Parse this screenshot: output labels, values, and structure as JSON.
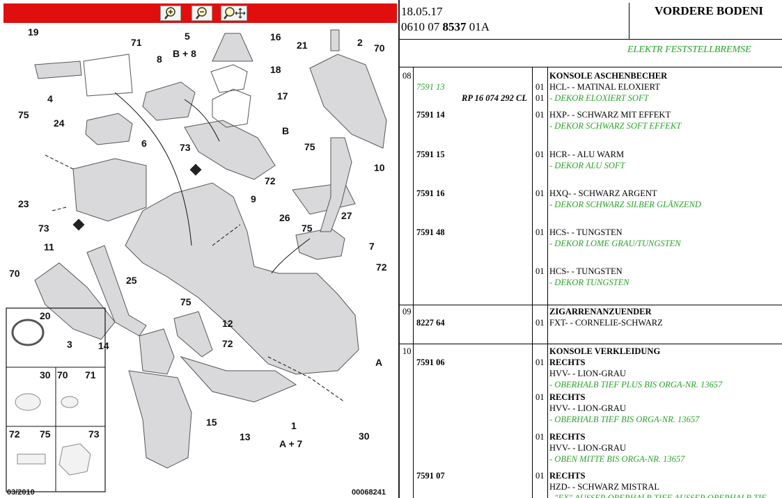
{
  "toolbar": {
    "zoom_in_label": "zoom in",
    "zoom_out_label": "zoom out",
    "zoom_pan_label": "zoom pan"
  },
  "diagram": {
    "callouts": [
      {
        "id": "c19",
        "text": "19"
      },
      {
        "id": "c71a",
        "text": "71"
      },
      {
        "id": "c5",
        "text": "5"
      },
      {
        "id": "c5sub",
        "text": "B + 8"
      },
      {
        "id": "c16",
        "text": "16"
      },
      {
        "id": "c21",
        "text": "21"
      },
      {
        "id": "c2",
        "text": "2"
      },
      {
        "id": "c70a",
        "text": "70"
      },
      {
        "id": "c8",
        "text": "8"
      },
      {
        "id": "c18",
        "text": "18"
      },
      {
        "id": "c4",
        "text": "4"
      },
      {
        "id": "c17",
        "text": "17"
      },
      {
        "id": "c75a",
        "text": "75"
      },
      {
        "id": "c24",
        "text": "24"
      },
      {
        "id": "cB",
        "text": "B"
      },
      {
        "id": "c6",
        "text": "6"
      },
      {
        "id": "c73a",
        "text": "73"
      },
      {
        "id": "c75b",
        "text": "75"
      },
      {
        "id": "c10",
        "text": "10"
      },
      {
        "id": "c23",
        "text": "23"
      },
      {
        "id": "c72a",
        "text": "72"
      },
      {
        "id": "c9",
        "text": "9"
      },
      {
        "id": "c27",
        "text": "27"
      },
      {
        "id": "c73b",
        "text": "73"
      },
      {
        "id": "c26",
        "text": "26"
      },
      {
        "id": "c75c",
        "text": "75"
      },
      {
        "id": "c11",
        "text": "11"
      },
      {
        "id": "c7",
        "text": "7"
      },
      {
        "id": "c70b",
        "text": "70"
      },
      {
        "id": "c72b",
        "text": "72"
      },
      {
        "id": "c25",
        "text": "25"
      },
      {
        "id": "c20",
        "text": "20"
      },
      {
        "id": "c75d",
        "text": "75"
      },
      {
        "id": "c12",
        "text": "12"
      },
      {
        "id": "c3",
        "text": "3"
      },
      {
        "id": "c14",
        "text": "14"
      },
      {
        "id": "c72c",
        "text": "72"
      },
      {
        "id": "cA",
        "text": "A"
      },
      {
        "id": "c30a",
        "text": "30"
      },
      {
        "id": "c70c",
        "text": "70"
      },
      {
        "id": "c71b",
        "text": "71"
      },
      {
        "id": "c15",
        "text": "15"
      },
      {
        "id": "c13",
        "text": "13"
      },
      {
        "id": "c1",
        "text": "1"
      },
      {
        "id": "c1sub",
        "text": "A + 7"
      },
      {
        "id": "c30b",
        "text": "30"
      },
      {
        "id": "c72d",
        "text": "72"
      },
      {
        "id": "c75e",
        "text": "75"
      },
      {
        "id": "c73c",
        "text": "73"
      }
    ],
    "date_code": "03/2010",
    "ref_code": "00068241"
  },
  "header": {
    "date": "18.05.17",
    "code_prefix": "0610 07 ",
    "code_bold": "8537",
    "code_suffix": " 01A",
    "title": "VORDERE BODENI",
    "subtitle": "ELEKTR FESTSTELLBREMSE"
  },
  "groups": [
    {
      "num": "08",
      "title": "KONSOLE ASCHENBECHER",
      "rows": [
        {
          "ref": "7591 13",
          "ref_style": "italic",
          "qty": "01",
          "text": "HCL- - MATINAL ELOXIERT"
        },
        {
          "ref": "RP 16 074 292 CL",
          "ref_style": "bold",
          "qty": "01",
          "text": "- DEKOR ELOXIERT SOFT",
          "green": true
        },
        {
          "ref": "7591 14",
          "ref_style": "bold",
          "qty": "01",
          "text": "HXP- - SCHWARZ MIT EFFEKT"
        },
        {
          "ref": "",
          "qty": "",
          "text": "- DEKOR SCHWARZ SOFT EFFEKT",
          "green": true
        },
        {
          "ref": "7591 15",
          "ref_style": "bold",
          "qty": "01",
          "text": "HCR- - ALU WARM"
        },
        {
          "ref": "",
          "qty": "",
          "text": "- DEKOR ALU SOFT",
          "green": true
        },
        {
          "ref": "7591 16",
          "ref_style": "bold",
          "qty": "01",
          "text": "HXQ- - SCHWARZ ARGENT"
        },
        {
          "ref": "",
          "qty": "",
          "text": "- DEKOR SCHWARZ SILBER GLÄNZEND",
          "green": true
        },
        {
          "ref": "7591 48",
          "ref_style": "bold",
          "qty": "01",
          "text": "HCS- - TUNGSTEN"
        },
        {
          "ref": "",
          "qty": "",
          "text": "- DEKOR LOME GRAU/TUNGSTEN",
          "green": true
        },
        {
          "ref": "",
          "qty": "01",
          "text": "HCS- - TUNGSTEN"
        },
        {
          "ref": "",
          "qty": "",
          "text": "- DEKOR TUNGSTEN",
          "green": true
        }
      ]
    },
    {
      "num": "09",
      "title": "ZIGARRENANZUENDER",
      "rows": [
        {
          "ref": "8227 64",
          "ref_style": "bold",
          "qty": "01",
          "text": "FXT- - CORNELIE-SCHWARZ"
        }
      ]
    },
    {
      "num": "10",
      "title": "KONSOLE VERKLEIDUNG",
      "rows": [
        {
          "ref": "7591 06",
          "ref_style": "bold",
          "qty": "01",
          "text": "RECHTS",
          "bold": true
        },
        {
          "ref": "",
          "qty": "",
          "text": "HVV- - LION-GRAU"
        },
        {
          "ref": "",
          "qty": "",
          "text": "- OBERHALB TIEF PLUS BIS ORGA-NR. 13657",
          "green": true
        },
        {
          "ref": "",
          "qty": "01",
          "text": "RECHTS",
          "bold": true
        },
        {
          "ref": "",
          "qty": "",
          "text": "HVV- - LION-GRAU"
        },
        {
          "ref": "",
          "qty": "",
          "text": "- OBERHALB TIEF BIS ORGA-NR. 13657",
          "green": true
        },
        {
          "ref": "",
          "qty": "01",
          "text": "RECHTS",
          "bold": true
        },
        {
          "ref": "",
          "qty": "",
          "text": "HVV- - LION-GRAU"
        },
        {
          "ref": "",
          "qty": "",
          "text": "- OBEN MITTE BIS ORGA-NR. 13657",
          "green": true
        },
        {
          "ref": "7591 07",
          "ref_style": "bold",
          "qty": "01",
          "text": "RECHTS",
          "bold": true
        },
        {
          "ref": "",
          "qty": "",
          "text": "HZD- - SCHWARZ MISTRAL"
        },
        {
          "ref": "",
          "qty": "",
          "text": "- \"FX\" AUSSER OBERHALB TIEF AUSSER OBERHALB TIE",
          "green": true
        }
      ]
    }
  ],
  "colors": {
    "toolbar": "#e10e0e",
    "green": "#2aa52a",
    "part": "#d9d9dc"
  }
}
